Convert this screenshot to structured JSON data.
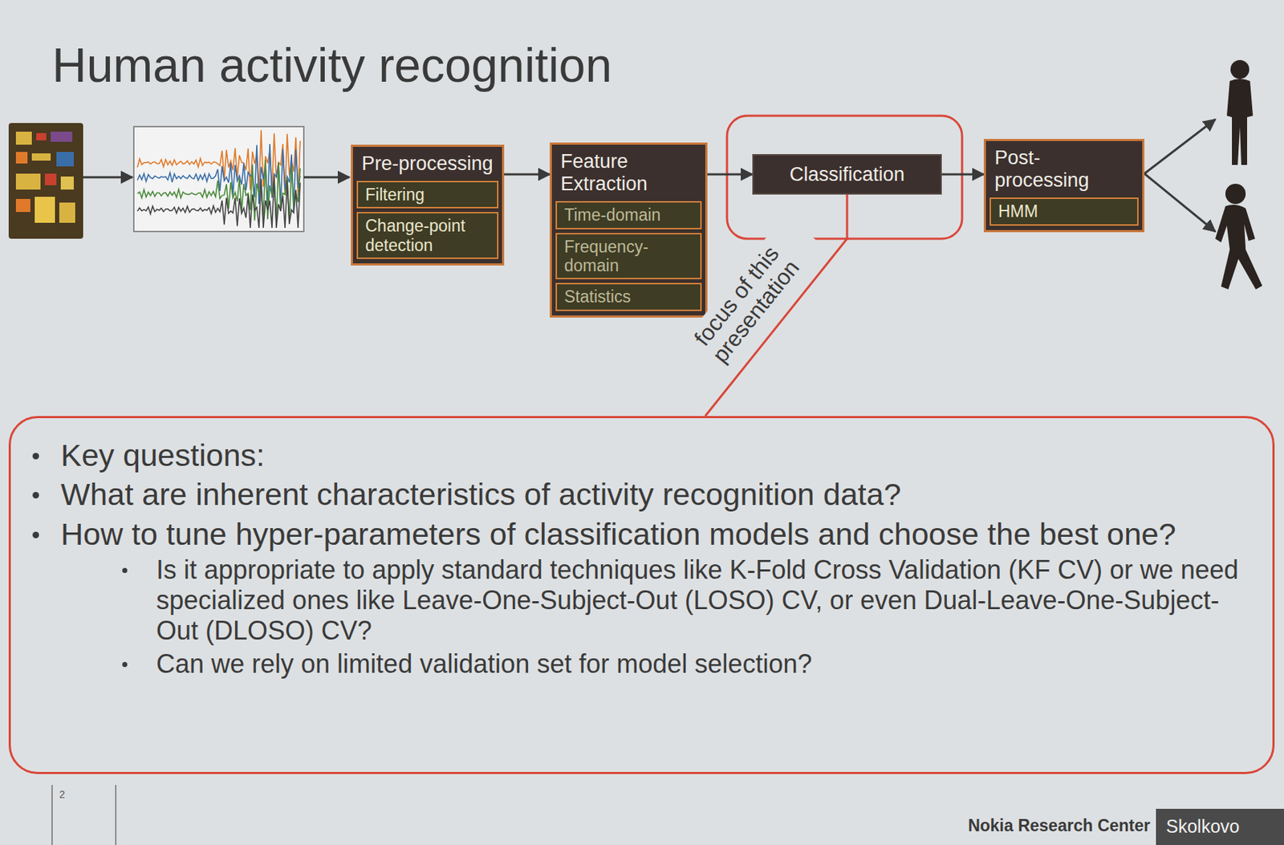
{
  "diagram": {
    "title": "Human activity recognition",
    "nodes": [
      {
        "text": [
          "Pre-processing"
        ]
      },
      {
        "text": [
          "Filtering"
        ],
        "in": 0
      },
      {
        "text": [
          "Change-point detection"
        ],
        "in": 0
      },
      {
        "text": [
          "Feature Extraction"
        ]
      },
      {
        "text": [
          "Time-domain"
        ],
        "in": 3
      },
      {
        "text": [
          "Frequency-domain"
        ],
        "in": 3
      },
      {
        "text": [
          "Statistics"
        ],
        "in": 3
      },
      {
        "text": [
          "Classification"
        ]
      },
      {
        "text": [
          "Post-processing"
        ]
      },
      {
        "text": [
          "HMM"
        ],
        "in": 8
      },
      {
        "text": [
          "Key questions:",
          "What are inherent characteristics of activity recognition data?",
          "How to tune hyper-parameters of classification models and choose the best one?",
          "Is it appropriate to apply standard techniques like K-Fold Cross Validation (KF CV) or we need specialized ones like Leave-One-Subject-Out (LOSO) CV, or even Dual-Leave-One-Subject-Out (DLOSO) CV?",
          "Can we rely on limited validation set for model selection?"
        ]
      }
    ],
    "edges": [
      {
        "from": 0,
        "to": 3,
        "arrow": "to"
      },
      {
        "from": 3,
        "to": 7,
        "arrow": "to"
      },
      {
        "from": 7,
        "to": 8,
        "arrow": "to"
      },
      {
        "from": 7,
        "to": 10,
        "label": "focus of this presentation",
        "arrow": "none"
      }
    ],
    "labels": [
      "2",
      "Nokia Research Center",
      "Skolkovo"
    ]
  }
}
